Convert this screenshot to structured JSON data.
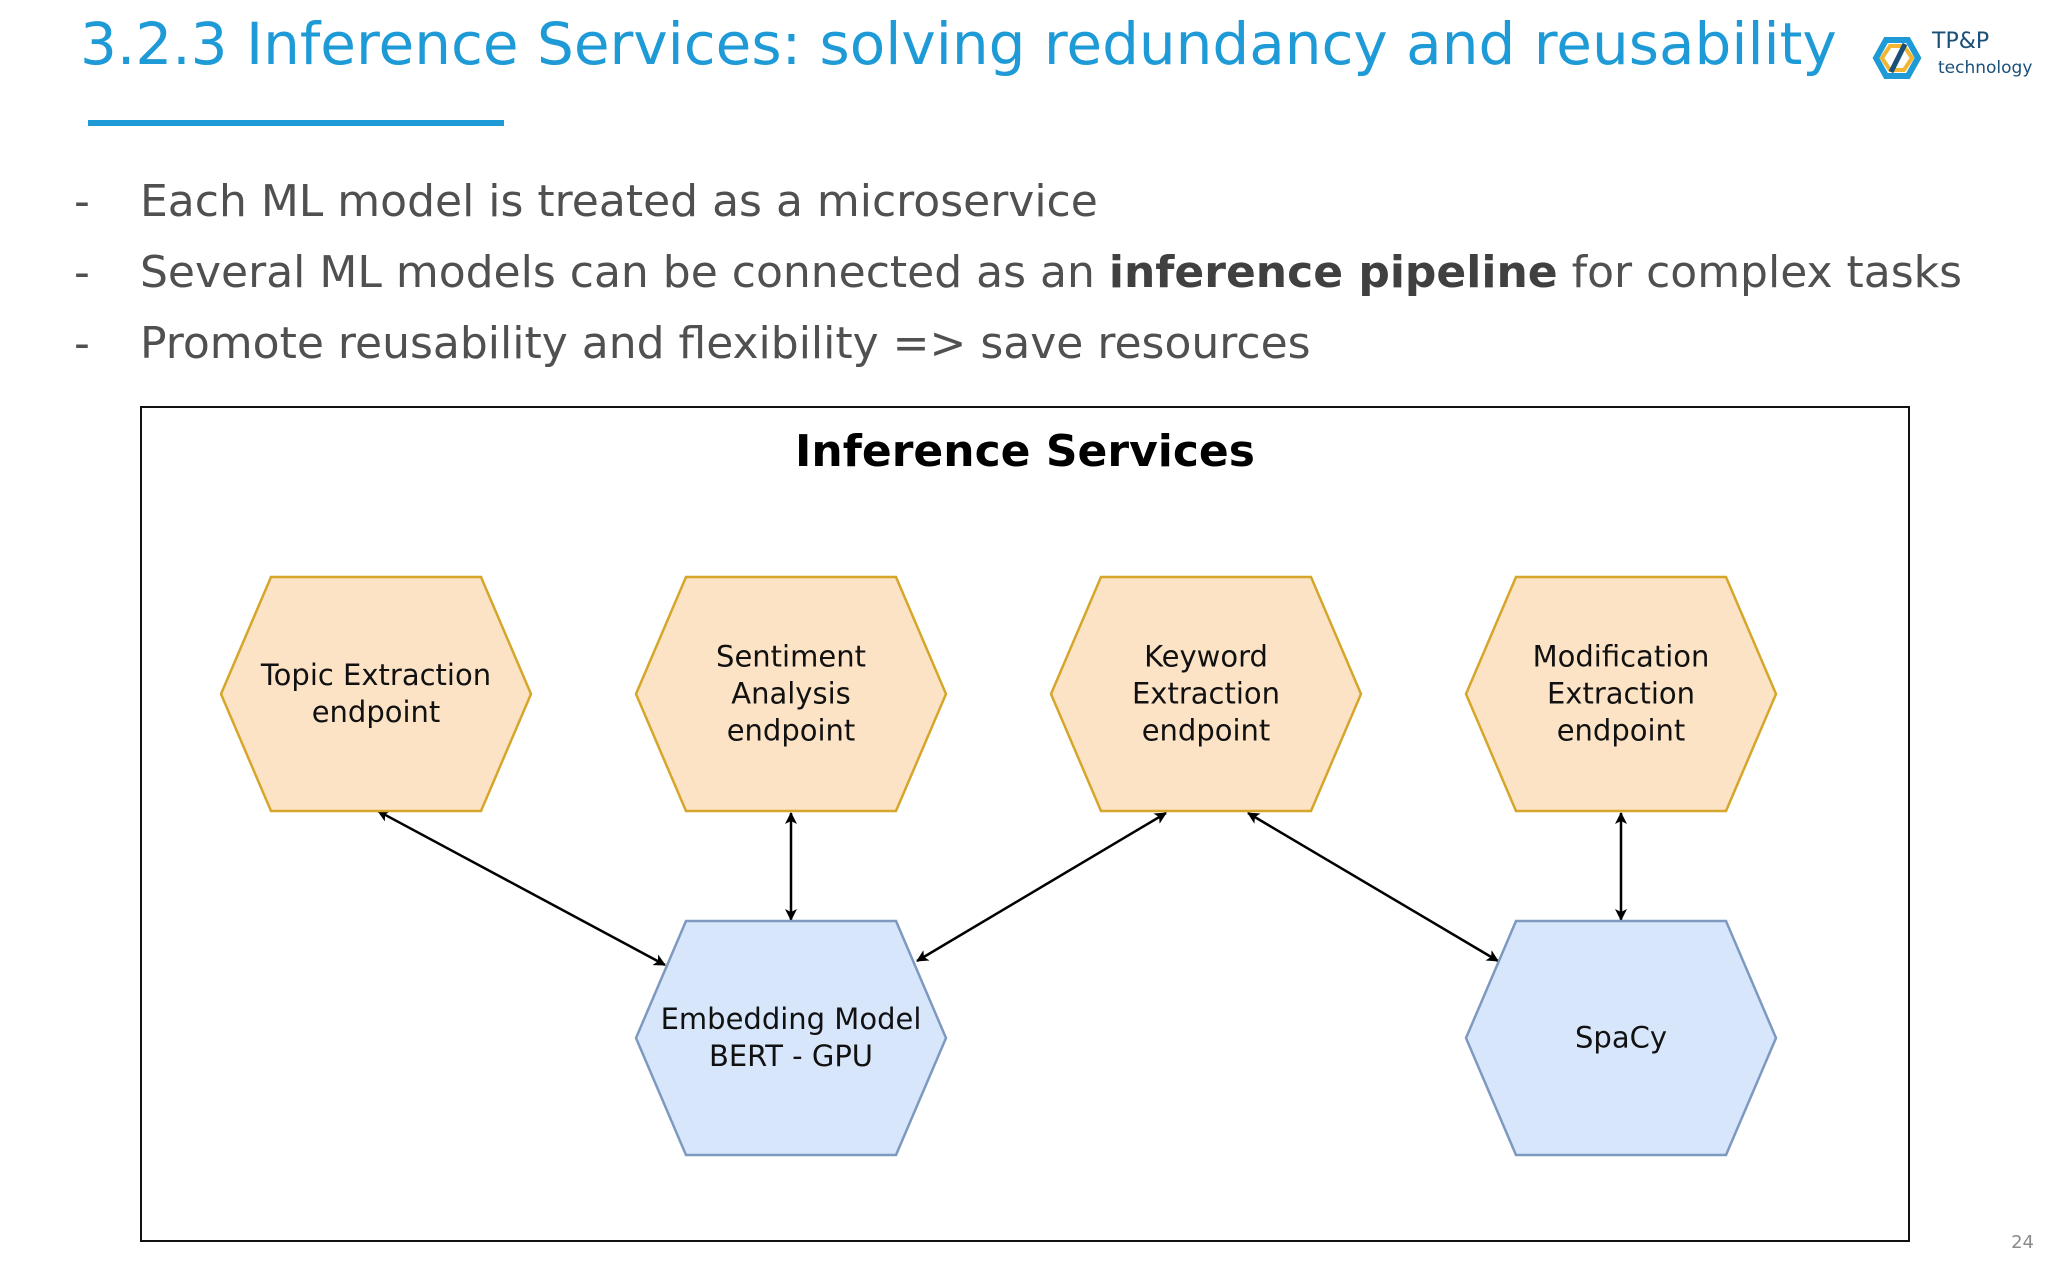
{
  "slide": {
    "title": "3.2.3 Inference Services: solving redundancy and reusability",
    "page_number": "24"
  },
  "logo": {
    "name": "TP&P",
    "subtitle": "technology",
    "icon": "tpp-hexagon-logo-icon"
  },
  "bullets": [
    {
      "marker": "-",
      "before": "Each ML model is treated as a microservice",
      "bold": "",
      "after": ""
    },
    {
      "marker": "-",
      "before": "Several ML models can be connected as an ",
      "bold": "inference pipeline",
      "after": " for complex tasks"
    },
    {
      "marker": "-",
      "before": "Promote reusability and flexibility => save resources",
      "bold": "",
      "after": ""
    }
  ],
  "diagram": {
    "title": "Inference Services",
    "nodes": [
      {
        "id": "topic",
        "label": "Topic Extraction\nendpoint",
        "kind": "endpoint"
      },
      {
        "id": "sentiment",
        "label": "Sentiment\nAnalysis\nendpoint",
        "kind": "endpoint"
      },
      {
        "id": "keyword",
        "label": "Keyword\nExtraction\nendpoint",
        "kind": "endpoint"
      },
      {
        "id": "modification",
        "label": "Modification\nExtraction\nendpoint",
        "kind": "endpoint"
      },
      {
        "id": "embedding",
        "label": "Embedding Model\nBERT - GPU",
        "kind": "model"
      },
      {
        "id": "spacy",
        "label": "SpaCy",
        "kind": "model"
      }
    ],
    "edges": [
      {
        "from": "topic",
        "to": "embedding",
        "direction": "both"
      },
      {
        "from": "sentiment",
        "to": "embedding",
        "direction": "both"
      },
      {
        "from": "keyword",
        "to": "embedding",
        "direction": "both"
      },
      {
        "from": "keyword",
        "to": "spacy",
        "direction": "both"
      },
      {
        "from": "modification",
        "to": "spacy",
        "direction": "both"
      }
    ],
    "colors": {
      "endpoint_fill": "#fde3c6",
      "endpoint_stroke": "#d6a62a",
      "model_fill": "#d8e6fb",
      "model_stroke": "#7e99c0",
      "arrow": "#000000"
    }
  },
  "colors": {
    "accent": "#1e9ad6",
    "body_text": "#505050"
  }
}
